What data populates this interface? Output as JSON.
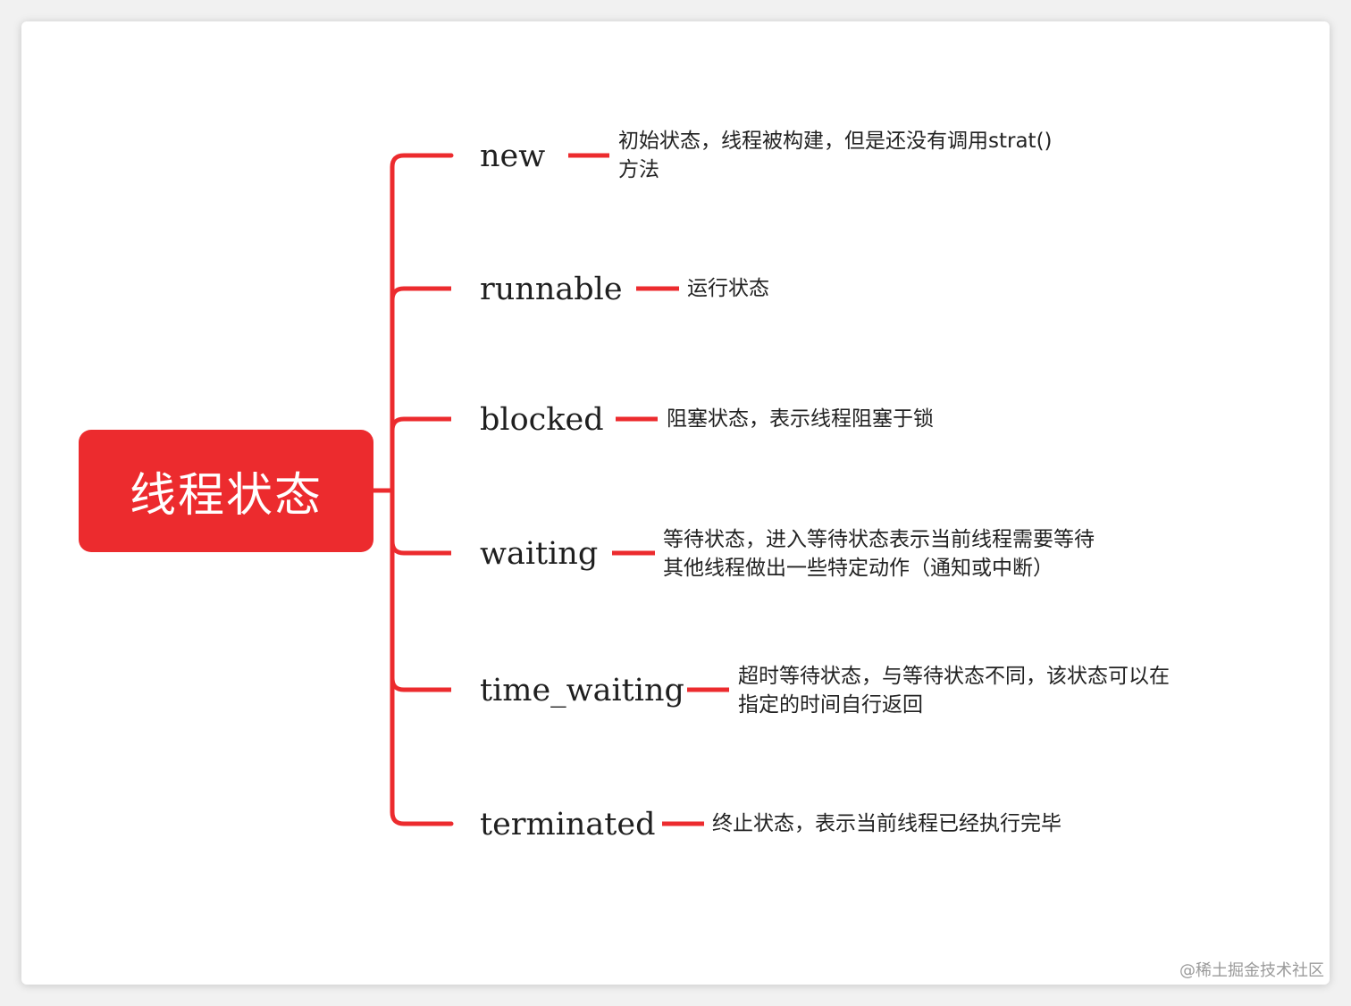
{
  "root": {
    "label": "线程状态"
  },
  "colors": {
    "accent": "#ec2b2e",
    "text": "#222222"
  },
  "states": [
    {
      "name": "new",
      "desc_lines": [
        "初始状态，线程被构建，但是还没有调用strat()",
        "方法"
      ]
    },
    {
      "name": "runnable",
      "desc_lines": [
        "运行状态"
      ]
    },
    {
      "name": "blocked",
      "desc_lines": [
        "阻塞状态，表示线程阻塞于锁"
      ]
    },
    {
      "name": "waiting",
      "desc_lines": [
        "等待状态，进入等待状态表示当前线程需要等待",
        "其他线程做出一些特定动作（通知或中断）"
      ]
    },
    {
      "name": "time_waiting",
      "desc_lines": [
        "超时等待状态，与等待状态不同，该状态可以在",
        "指定的时间自行返回"
      ]
    },
    {
      "name": "terminated",
      "desc_lines": [
        "终止状态，表示当前线程已经执行完毕"
      ]
    }
  ],
  "watermark": "@稀土掘金技术社区"
}
